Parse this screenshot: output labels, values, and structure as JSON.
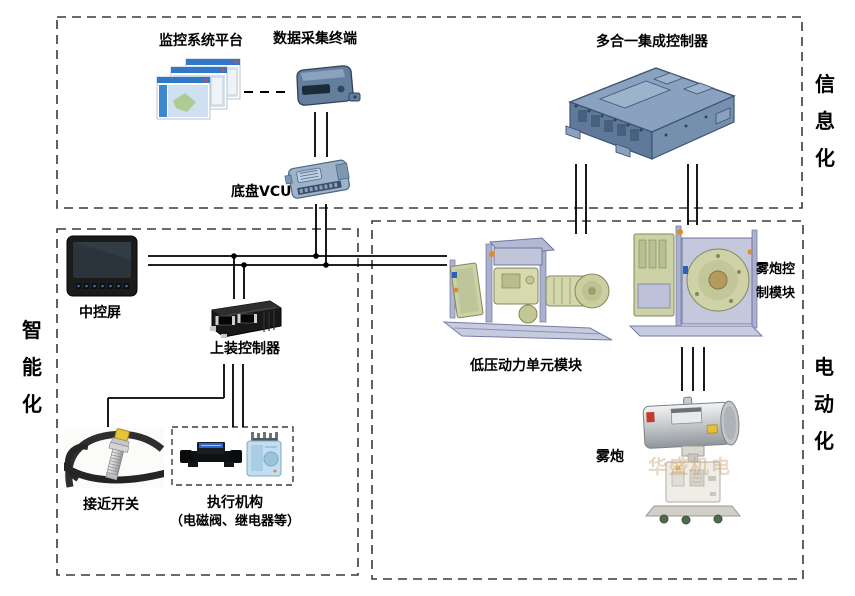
{
  "zones": {
    "info": {
      "label": "信息化"
    },
    "intelligent": {
      "label": "智能化"
    },
    "electric": {
      "label": "电动化"
    }
  },
  "nodes": {
    "monitor_platform": {
      "label": "监控系统平台"
    },
    "data_terminal": {
      "label": "数据采集终端"
    },
    "chassis_vcu": {
      "label": "底盘VCU"
    },
    "integrated_controller": {
      "label": "多合一集成控制器"
    },
    "center_screen": {
      "label": "中控屏"
    },
    "upper_controller": {
      "label": "上装控制器"
    },
    "proximity_switch": {
      "label": "接近开关"
    },
    "actuators": {
      "label": "执行机构",
      "sublabel": "（电磁阀、继电器等）"
    },
    "lv_power_module": {
      "label": "低压动力单元模块"
    },
    "fog_cannon_controller": {
      "label_line1": "雾炮控",
      "label_line2": "制模块"
    },
    "fog_cannon": {
      "label": "雾炮"
    }
  },
  "watermark": "华盛机电",
  "colors": {
    "background": "#ffffff",
    "wire": "#000000",
    "zone_border": "#3a3a3a",
    "cad_blue": "#8aa2c0",
    "cad_khaki": "#d6daae",
    "cad_lavender": "#b3b9d2",
    "device_blue": "#647f9e"
  }
}
